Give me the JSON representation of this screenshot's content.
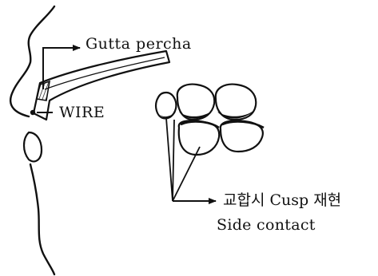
{
  "labels": {
    "gutta_percha": "Gutta percha",
    "wire": "WIRE",
    "cusp_line": "교합시 Cusp 재현",
    "side_contact": "Side contact"
  },
  "colors": {
    "ink": "#111111",
    "background": "#ffffff"
  }
}
